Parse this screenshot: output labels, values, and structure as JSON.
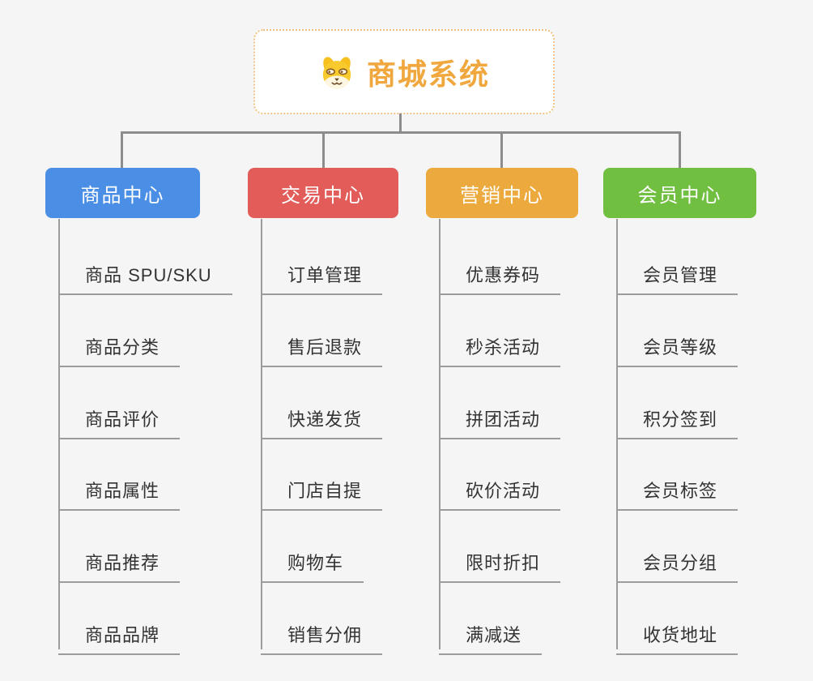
{
  "page": {
    "background": "#f5f5f6"
  },
  "root": {
    "title": "商城系统",
    "icon": "dog-face-icon",
    "text_color": "#f0a73e",
    "border_color": "#f2c182"
  },
  "connectors": {
    "main_color": "#8d8d8d",
    "leaf_color": "#9c9c9c"
  },
  "branches": [
    {
      "label": "商品中心",
      "color": "#4a8ee6",
      "children": [
        "商品 SPU/SKU",
        "商品分类",
        "商品评价",
        "商品属性",
        "商品推荐",
        "商品品牌"
      ]
    },
    {
      "label": "交易中心",
      "color": "#e25d5a",
      "children": [
        "订单管理",
        "售后退款",
        "快递发货",
        "门店自提",
        "购物车",
        "销售分佣"
      ]
    },
    {
      "label": "营销中心",
      "color": "#ecaa3e",
      "children": [
        "优惠券码",
        "秒杀活动",
        "拼团活动",
        "砍价活动",
        "限时折扣",
        "满减送"
      ]
    },
    {
      "label": "会员中心",
      "color": "#71bf41",
      "children": [
        "会员管理",
        "会员等级",
        "积分签到",
        "会员标签",
        "会员分组",
        "收货地址"
      ]
    }
  ]
}
